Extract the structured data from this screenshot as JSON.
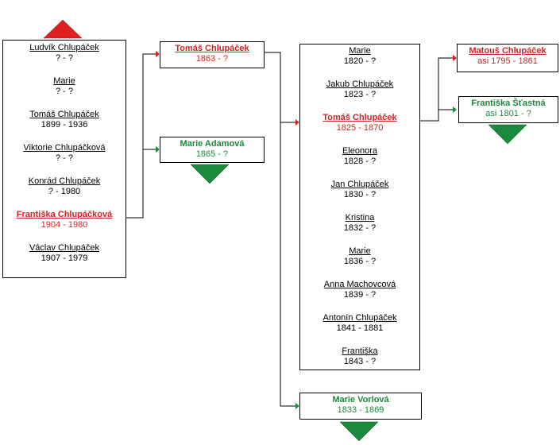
{
  "children": [
    {
      "name": "Ludvík Chlupáček",
      "dates": "? - ?"
    },
    {
      "name": "Marie",
      "dates": "? - ?"
    },
    {
      "name": "Tomáš Chlupáček",
      "dates": "1899 - 1936"
    },
    {
      "name": "Viktorie Chlupáčková",
      "dates": "? - ?"
    },
    {
      "name": "Konrád Chlupáček",
      "dates": "? - 1980"
    },
    {
      "name": "Františka Chlupáčková",
      "dates": "1904 - 1980"
    },
    {
      "name": "Václav Chlupáček",
      "dates": "1907 - 1979"
    }
  ],
  "father": {
    "name": "Tomáš Chlupáček",
    "dates": "1863 - ?"
  },
  "mother": {
    "name": "Marie Adamová",
    "dates": "1865 - ?"
  },
  "siblings": [
    {
      "name": "Marie",
      "dates": "1820 - ?"
    },
    {
      "name": "Jakub Chlupáček",
      "dates": "1823 - ?"
    },
    {
      "name": "Tomáš Chlupáček",
      "dates": "1825 - 1870"
    },
    {
      "name": "Eleonora",
      "dates": "1828 - ?"
    },
    {
      "name": "Jan Chlupáček",
      "dates": "1830 - ?"
    },
    {
      "name": "Kristina",
      "dates": "1832 - ?"
    },
    {
      "name": "Marie",
      "dates": "1836 - ?"
    },
    {
      "name": "Anna Machovcová",
      "dates": "1839 - ?"
    },
    {
      "name": "Antonín Chlupáček",
      "dates": "1841 - 1881"
    },
    {
      "name": "Františka",
      "dates": "1843 - ?"
    }
  ],
  "grandmother_paternal": {
    "name": "Marie Vorlová",
    "dates": "1833 - 1869"
  },
  "great_grandfather": {
    "name": "Matouš Chlupáček",
    "dates": "asi 1795 - 1861"
  },
  "great_grandmother": {
    "name": "Františka Šťastná",
    "dates": "asi 1801 - ?"
  },
  "colors": {
    "male_line": "#d32222",
    "female_line": "#1c8a3c",
    "up_arrow": "#e02020",
    "down_arrow": "#1c8a3c"
  }
}
